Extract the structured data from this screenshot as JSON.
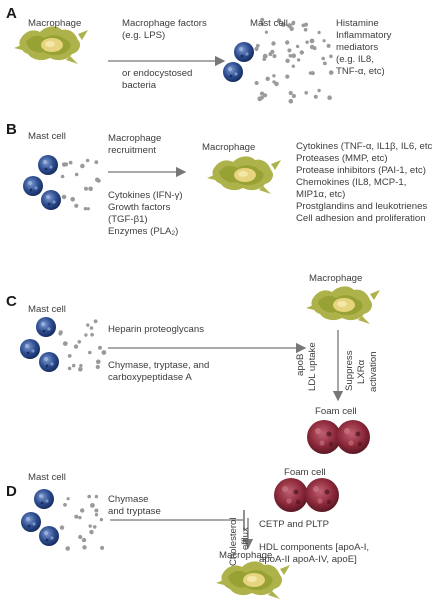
{
  "panels": {
    "A": {
      "letter": "A",
      "macrophage": "Macrophage",
      "factors": "Macrophage factors",
      "factors_example": "(e.g. LPS)",
      "or_text": "or endocystosed",
      "bacteria": "bacteria",
      "mast_cell": "Mast cell",
      "histamine": "Histamine",
      "inflammatory": "Inflammatory",
      "mediators": "mediators",
      "eg": "(e.g. IL8,",
      "tnf": "TNF-α, etc)"
    },
    "B": {
      "letter": "B",
      "mast_cell": "Mast cell",
      "recruit1": "Macrophage",
      "recruit2": "recruitment",
      "macrophage": "Macrophage",
      "cytokines_ifn": "Cytokines (IFN-γ)",
      "growth": "Growth factors",
      "tgf": "(TGF-β1)",
      "enzymes": "Enzymes (PLA",
      "enzymes_sub": "2",
      "enzymes_end": ")",
      "r1": "Cytokines (TNF-α, IL1β, IL6, etc)",
      "r2": "Proteases (MMP, etc)",
      "r3": "Protease inhibitors (PAI-1, etc)",
      "r4": "Chemokines (IL8, MCP-1,",
      "r5": "MIP1α, etc)",
      "r6": "Prostglandins and leukotrienes",
      "r7": "Cell adhesion and proliferation"
    },
    "C": {
      "letter": "C",
      "mast_cell": "Mast cell",
      "heparin": "Heparin proteoglycans",
      "chymase1": "Chymase, tryptase, and",
      "chymase2": "carboxypeptidase A",
      "macrophage": "Macrophage",
      "apob": "apoB",
      "ldl": "LDL uptake",
      "suppress": "Suppress",
      "lxr": "LXRα",
      "activation": "activation",
      "foam": "Foam cell"
    },
    "D": {
      "letter": "D",
      "mast_cell": "Mast cell",
      "chymase": "Chymase",
      "tryptase": "and tryptase",
      "foam": "Foam cell",
      "cholesterol": "Cholesterol",
      "efflux": "efflux",
      "cetp": "CETP and PLTP",
      "hdl1": "HDL components [apoA-I,",
      "hdl2": "apoA-II apoA-IV, apoE]",
      "macrophage": "Macrophage"
    }
  },
  "colors": {
    "arrow": "#777777",
    "mast_cell_blue": "#2b4a8a",
    "granule": "#9a9a9a",
    "macrophage_green": "#a6a63a",
    "macrophage_yellow": "#e3d27a",
    "foam_red": "#8c2e3c"
  }
}
